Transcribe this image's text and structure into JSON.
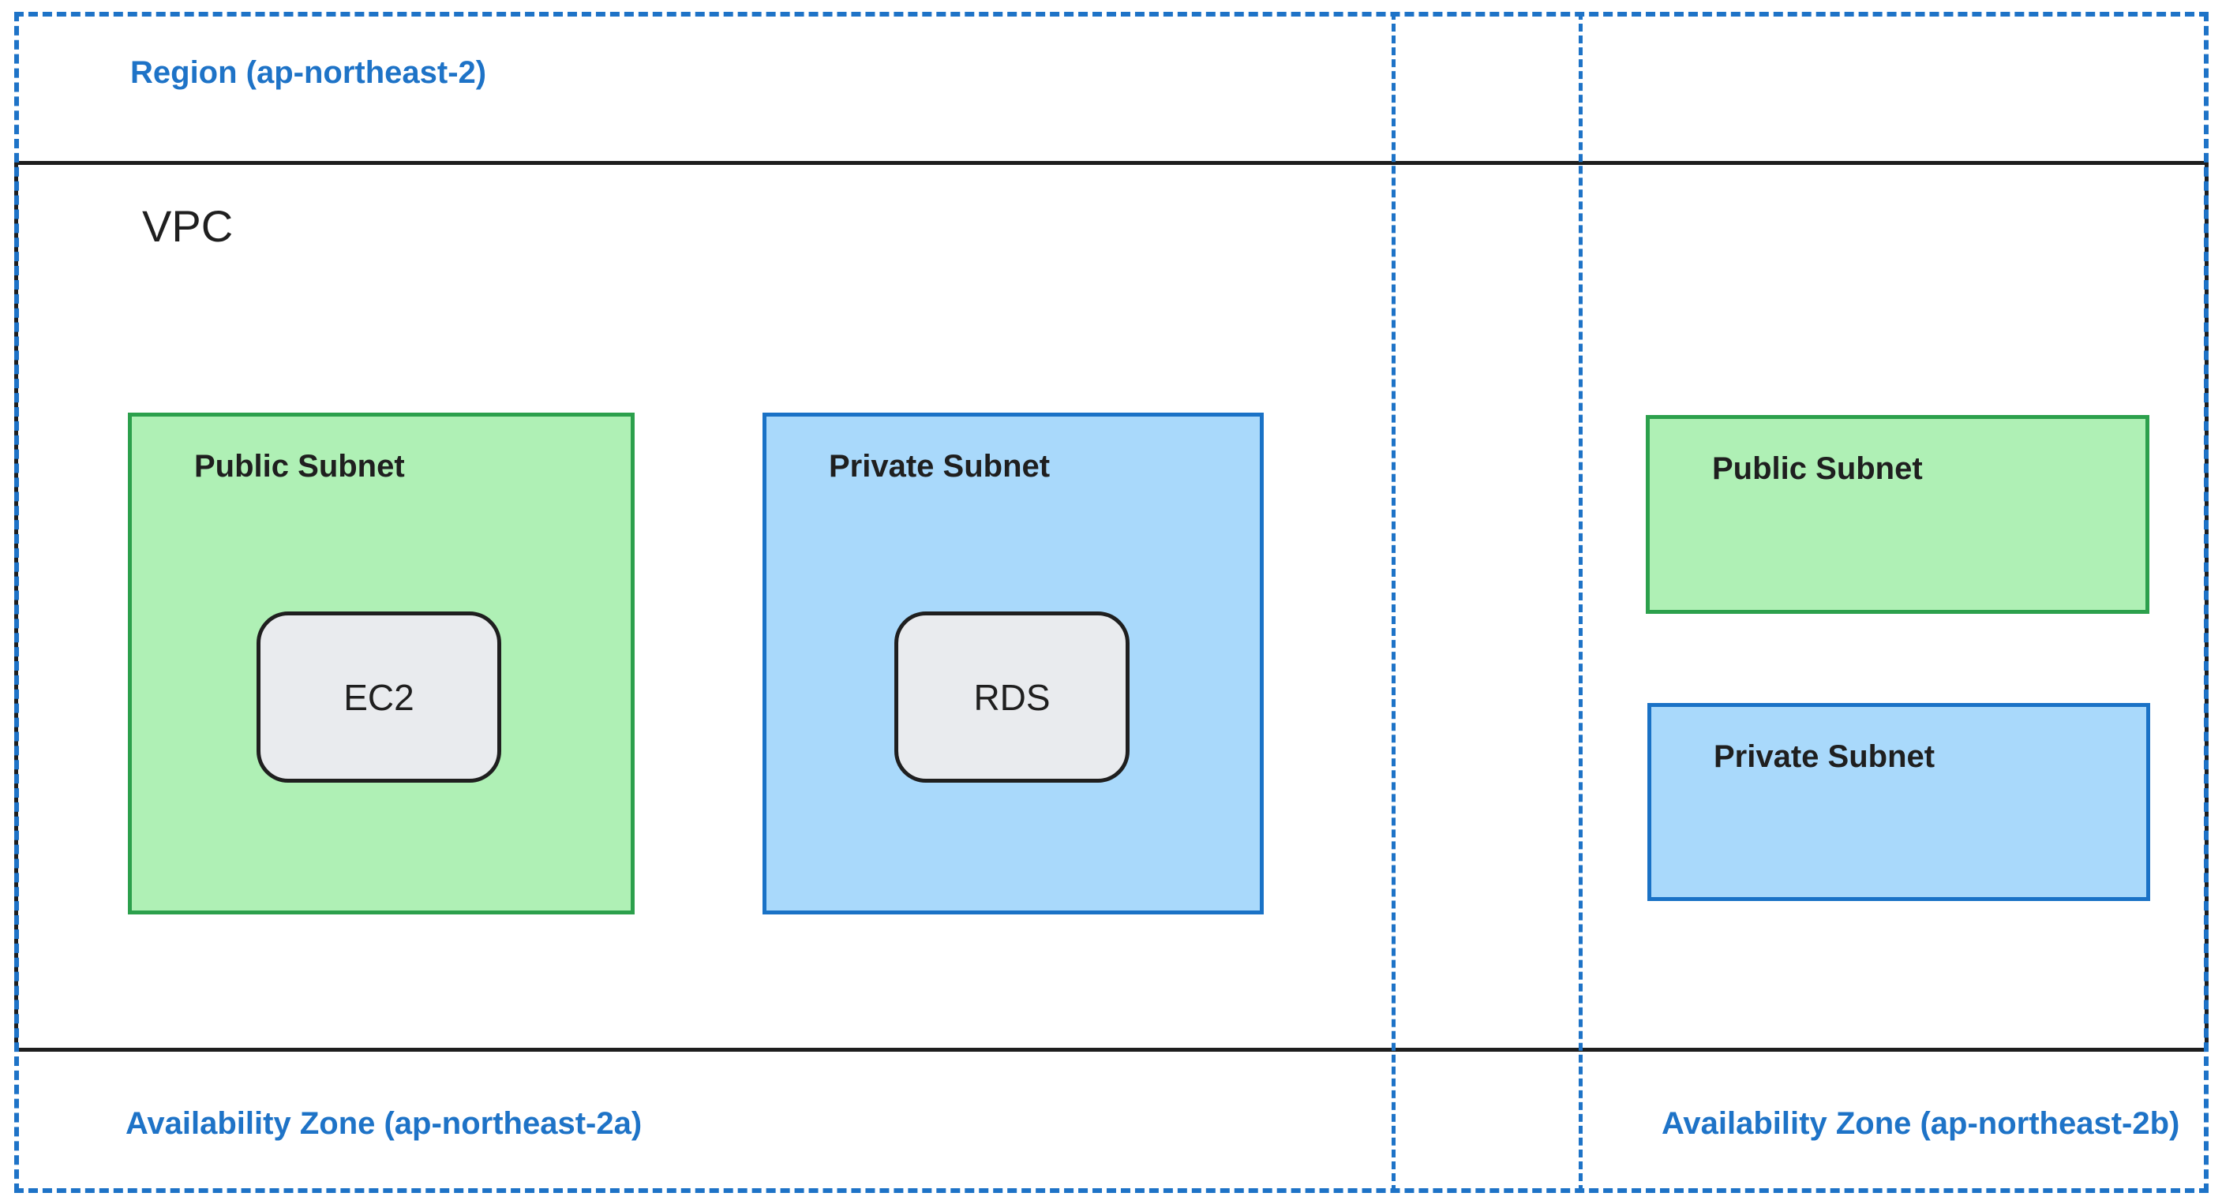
{
  "diagram": {
    "region": {
      "label": "Region (ap-northeast-2)"
    },
    "vpc": {
      "label": "VPC"
    },
    "availability_zones": [
      {
        "id": "az-a",
        "label": "Availability Zone (ap-northeast-2a)"
      },
      {
        "id": "az-b",
        "label": "Availability Zone (ap-northeast-2b)"
      }
    ],
    "subnets": [
      {
        "id": "public-a",
        "label": "Public Subnet",
        "type": "public",
        "az": "ap-northeast-2a",
        "nodes": [
          {
            "id": "ec2",
            "label": "EC2"
          }
        ]
      },
      {
        "id": "private-a",
        "label": "Private Subnet",
        "type": "private",
        "az": "ap-northeast-2a",
        "nodes": [
          {
            "id": "rds",
            "label": "RDS"
          }
        ]
      },
      {
        "id": "public-b",
        "label": "Public Subnet",
        "type": "public",
        "az": "ap-northeast-2b",
        "nodes": []
      },
      {
        "id": "private-b",
        "label": "Private Subnet",
        "type": "private",
        "az": "ap-northeast-2b",
        "nodes": []
      }
    ],
    "colors": {
      "blue_line": "#1e73c7",
      "blue_text": "#1e73c7",
      "public_fill": "#aff0b5",
      "public_stroke": "#2ca04c",
      "private_fill": "#a9d9fb",
      "private_stroke": "#1a72c6",
      "node_fill": "#e9ebee",
      "node_stroke": "#1f1f1f",
      "vpc_stroke": "#1e1e1e",
      "text_dark": "#1f1f1f"
    }
  }
}
